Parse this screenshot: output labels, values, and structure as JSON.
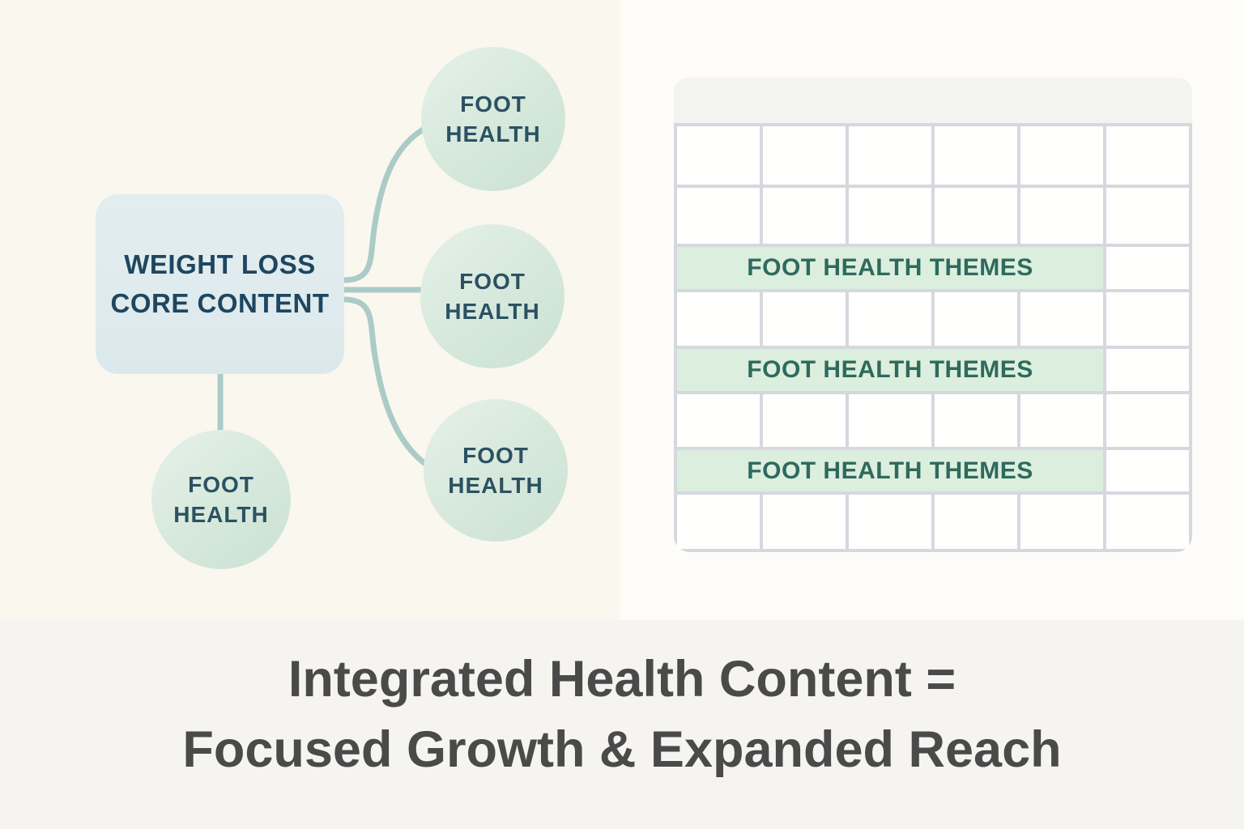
{
  "colors": {
    "left_background": "#faf7ef",
    "right_background": "#fdfcf8",
    "caption_background": "#f6f4f0",
    "center_box_fill": "#dfebee",
    "center_box_text": "#1f4660",
    "circle_fill_light": "#e6f1e9",
    "circle_fill_dark": "#cbe2d4",
    "circle_text": "#2b5162",
    "connector": "#abcbc7",
    "grid_line": "#d6d8e0",
    "calendar_header": "#f3f3f1",
    "calendar_cell": "#fffffe",
    "theme_row_fill": "#dceedd",
    "theme_row_text": "#2e6a5e",
    "caption_text": "#4a4a4b"
  },
  "mindmap": {
    "center": {
      "line1": "WEIGHT LOSS",
      "line2": "CORE CONTENT"
    },
    "nodes": [
      {
        "position": "top-right",
        "line1": "FOOT",
        "line2": "HEALTH"
      },
      {
        "position": "middle-right",
        "line1": "FOOT",
        "line2": "HEALTH"
      },
      {
        "position": "bottom-right",
        "line1": "FOOT",
        "line2": "HEALTH"
      },
      {
        "position": "below-center",
        "line1": "FOOT",
        "line2": "HEALTH"
      }
    ]
  },
  "calendar": {
    "columns": 6,
    "rows": 8,
    "theme_rows": [
      {
        "row": 3,
        "label": "FOOT HEALTH THEMES"
      },
      {
        "row": 5,
        "label": "FOOT HEALTH THEMES"
      },
      {
        "row": 7,
        "label": "FOOT HEALTH THEMES"
      }
    ]
  },
  "caption": {
    "line1": "Integrated Health Content =",
    "line2": "Focused Growth & Expanded Reach"
  }
}
